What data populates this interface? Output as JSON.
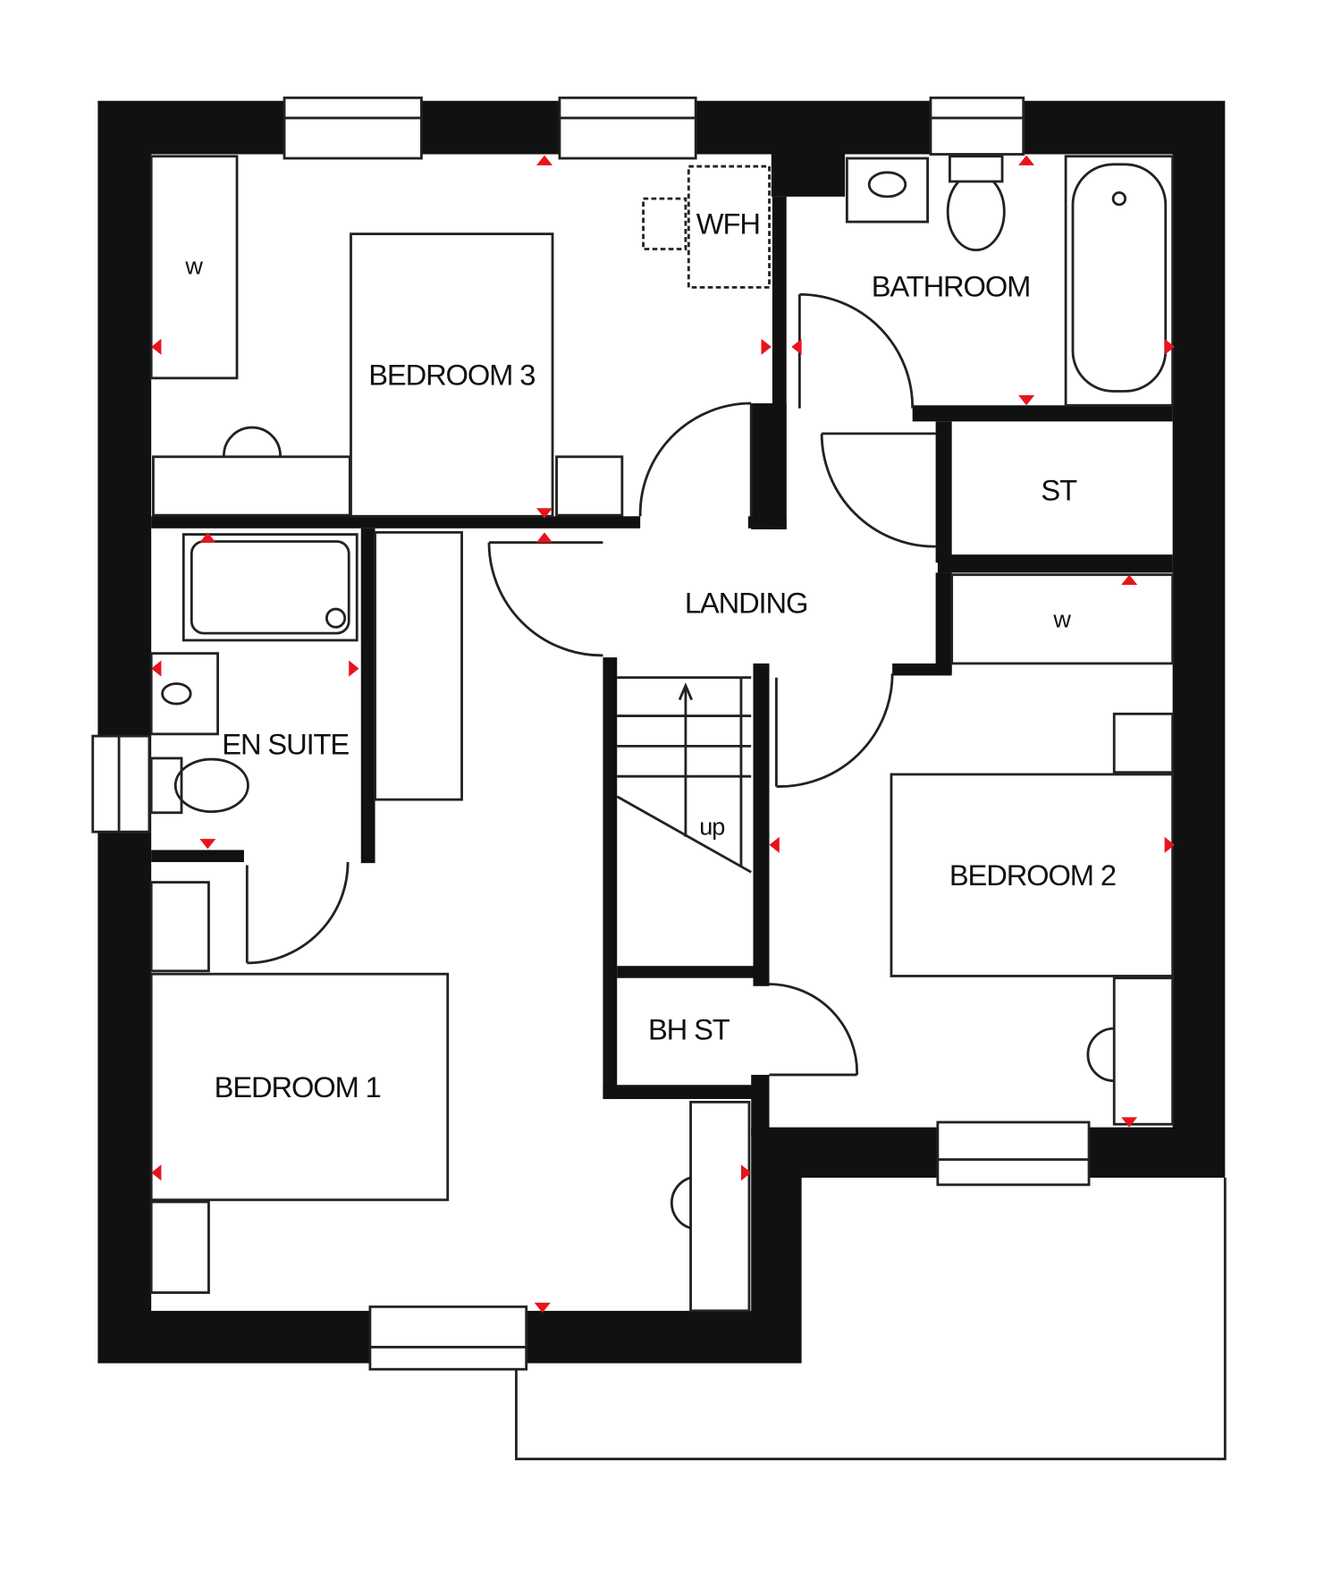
{
  "rooms": {
    "bedroom3": "BEDROOM 3",
    "wardrobe_bed3": "w",
    "wfh": "WFH",
    "bathroom": "BATHROOM",
    "store": "ST",
    "landing": "LANDING",
    "wardrobe_bed2": "w",
    "en_suite": "EN SUITE",
    "stairs_up": "up",
    "bedroom2": "BEDROOM 2",
    "bulkhead_store": "BH ST",
    "bedroom1": "BEDROOM 1"
  },
  "colors": {
    "wall": "#111111",
    "socket_marker": "#e8141c",
    "background": "#ffffff"
  }
}
